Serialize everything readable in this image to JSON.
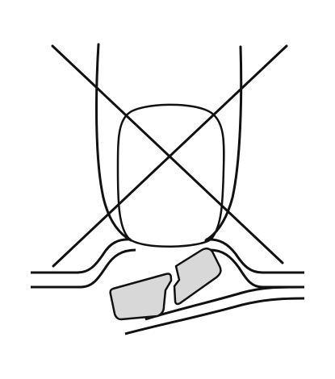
{
  "diagram": {
    "description_text": "",
    "colors": {
      "background": "#ffffff",
      "stroke": "#111111",
      "fragment_fill": "#d8d8d8"
    },
    "icons": [
      "cross-mark",
      "finger-outline",
      "nail-outline",
      "broken-fragment"
    ]
  }
}
